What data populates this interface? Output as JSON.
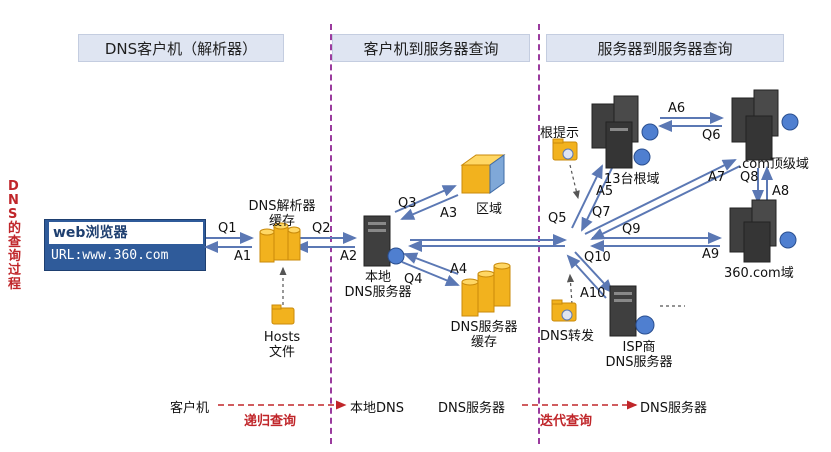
{
  "sections": {
    "client": "DNS客户机（解析器）",
    "client_to_server": "客户机到服务器查询",
    "server_to_server": "服务器到服务器查询"
  },
  "side_label": "DNS的查询过程",
  "browser": {
    "title": "web浏览器",
    "url": "URL:www.360.com"
  },
  "resolver_cache": "DNS解析器\n缓存",
  "hosts_file": "Hosts\n文件",
  "local_dns": "本地\nDNS服务器",
  "zone": "区域",
  "dns_cache": "DNS服务器\n缓存",
  "root_hint": "根提示",
  "root_servers": "13台根域",
  "com_tld": ".com顶级域",
  "site_domain": "360.com域",
  "dns_forward": "DNS转发",
  "isp_dns": "ISP商\nDNS服务器",
  "arrows": {
    "q1": "Q1",
    "a1": "A1",
    "q2": "Q2",
    "a2": "A2",
    "q3": "Q3",
    "a3": "A3",
    "q4": "Q4",
    "a4": "A4",
    "q5": "Q5",
    "a5": "A5",
    "q6": "Q6",
    "a6": "A6",
    "q7": "Q7",
    "a7": "A7",
    "q8": "Q8",
    "a8": "A8",
    "q9": "Q9",
    "a9": "A9",
    "q10": "Q10",
    "a10": "A10"
  },
  "bottom": {
    "client": "客户机",
    "recursive": "递归查询",
    "local_dns": "本地DNS",
    "dns_server": "DNS服务器",
    "iterative": "迭代查询",
    "dns_server2": "DNS服务器"
  },
  "colors": {
    "arrow": "#5b78b4",
    "separator": "#9a3b9e",
    "emphasis": "#c0262a",
    "cylinder": "#f2b21e",
    "server": "#3f3f3f"
  }
}
